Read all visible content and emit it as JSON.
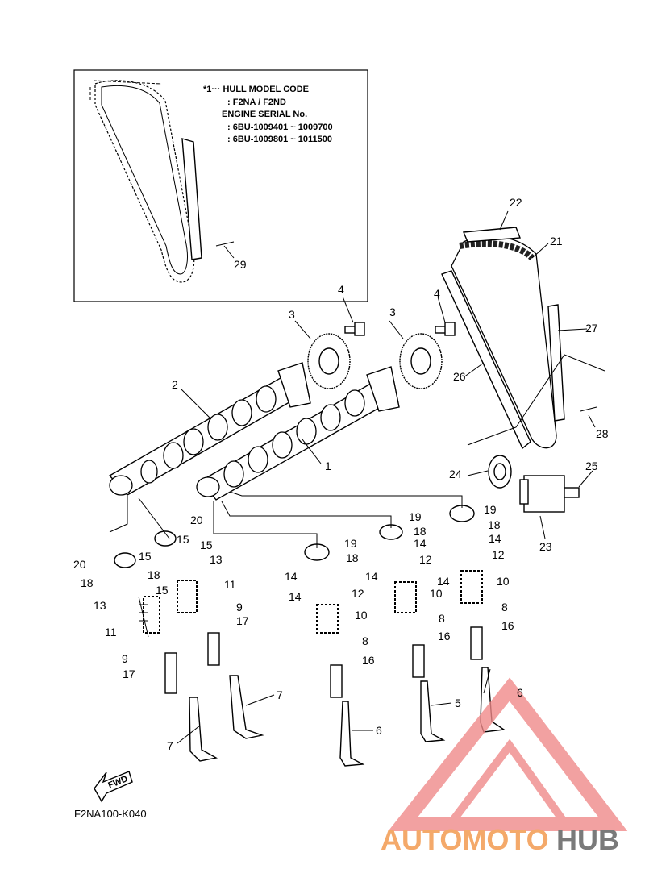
{
  "inset": {
    "header_lines": [
      "*1··· HULL MODEL CODE",
      ": F2NA / F2ND",
      "ENGINE SERIAL No.",
      ": 6BU-1009401 ~ 1009700",
      ": 6BU-1009801 ~ 1011500"
    ],
    "part_label": "29"
  },
  "callouts": {
    "c1": "1",
    "c2": "2",
    "c3a": "3",
    "c3b": "3",
    "c4a": "4",
    "c4b": "4",
    "c5": "5",
    "c6a": "6",
    "c6b": "6",
    "c7a": "7",
    "c7b": "7",
    "c8a": "8",
    "c8b": "8",
    "c8c": "8",
    "c9a": "9",
    "c9b": "9",
    "c10a": "10",
    "c10b": "10",
    "c10c": "10",
    "c11a": "11",
    "c11b": "11",
    "c12a": "12",
    "c12b": "12",
    "c12c": "12",
    "c13a": "13",
    "c13b": "13",
    "c14a": "14",
    "c14b": "14",
    "c14c": "14",
    "c14d": "14",
    "c14e": "14",
    "c14f": "14",
    "c15a": "15",
    "c15b": "15",
    "c15c": "15",
    "c15d": "15",
    "c16a": "16",
    "c16b": "16",
    "c16c": "16",
    "c17a": "17",
    "c17b": "17",
    "c18a": "18",
    "c18b": "18",
    "c18c": "18",
    "c18d": "18",
    "c18e": "18",
    "c19a": "19",
    "c19b": "19",
    "c19c": "19",
    "c20a": "20",
    "c20b": "20",
    "c21": "21",
    "c22": "22",
    "c23": "23",
    "c24": "24",
    "c25": "25",
    "c26": "26",
    "c27": "27",
    "c28": "28"
  },
  "fwd_label": "FWD",
  "drawing_code": "F2NA100-K040",
  "watermark": {
    "text_a": "AUTOMOTO",
    "text_b": "HUB",
    "color_a": "#f4a96a",
    "color_b": "#7a7a7a",
    "logo_color": "#f08a8a"
  }
}
